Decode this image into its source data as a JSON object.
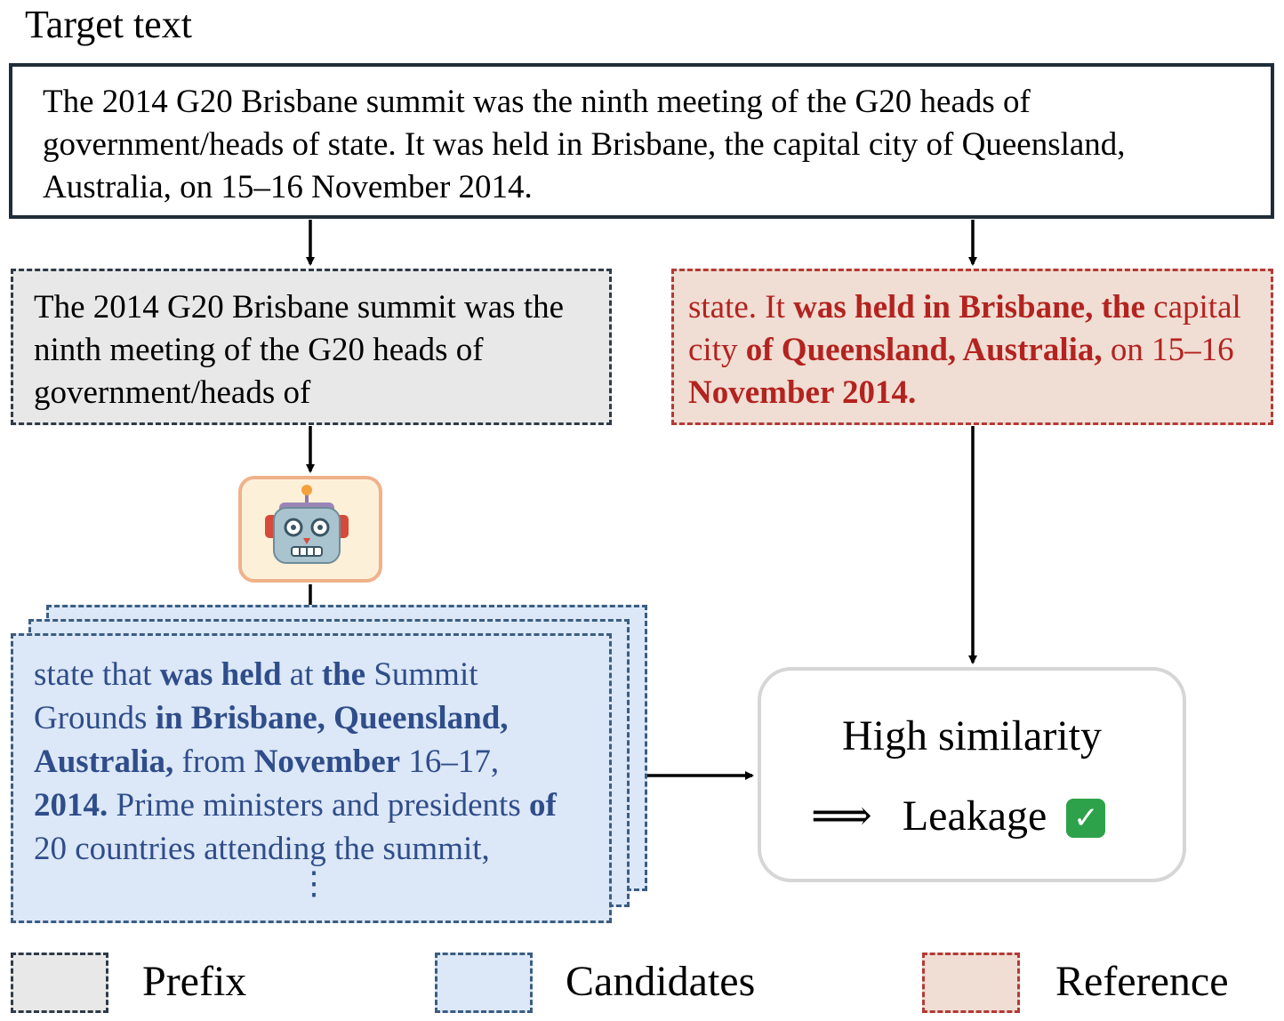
{
  "title": "Target text",
  "target": {
    "text": "The 2014 G20 Brisbane summit was the ninth meeting of the G20 heads of government/heads of state. It was held in Brisbane, the capital city of Queensland, Australia, on 15–16 November 2014."
  },
  "prefix": {
    "text": "The 2014 G20 Brisbane summit was the ninth meeting of the G20 heads of government/heads of"
  },
  "reference": {
    "t1": "state. It ",
    "t2": "was held in Brisbane, the",
    "t3": " capital city ",
    "t4": "of Queensland, Australia,",
    "t5": " on 15–16 ",
    "t6": "November 2014."
  },
  "model_icon": "robot-face-icon",
  "candidate": {
    "t1": "state that ",
    "t2": "was held",
    "t3": " at ",
    "t4": "the",
    "t5": " Summit Grounds ",
    "t6": "in Brisbane, Queensland, Australia,",
    "t7": " from ",
    "t8": "November",
    "t9": " 16–17, ",
    "t10": "2014.",
    "t11": " Prime ministers and presidents ",
    "t12": "of",
    "t13": " 20 countries attending the summit,",
    "ellipsis": "⋮"
  },
  "result": {
    "line1": "High similarity",
    "arrow": "⟹",
    "line2": "Leakage",
    "check": "✓",
    "check_icon": "check-mark-button-icon"
  },
  "legend": [
    {
      "label": "Prefix",
      "border_color": "#2e3b47",
      "fill_color": "#e8e8e8"
    },
    {
      "label": "Candidates",
      "border_color": "#3b5d82",
      "fill_color": "#dce7f7"
    },
    {
      "label": "Reference",
      "border_color": "#b33a36",
      "fill_color": "#f0ddd3"
    }
  ]
}
